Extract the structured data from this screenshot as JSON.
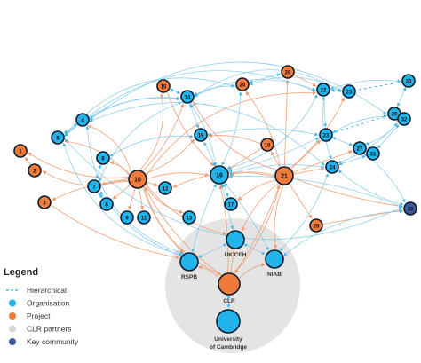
{
  "colors": {
    "hierarchical": "#4cb8e8",
    "organisation": "#22b3ea",
    "project": "#f07a3a",
    "project_edge": "#f19a6e",
    "key_community": "#3d5aa0",
    "partner_bg": "#e4e4e4",
    "node_stroke": "#0d1b2a",
    "org_edge": "#7cc8ec"
  },
  "legend": {
    "title": "Legend",
    "items": [
      {
        "label": "Hierarchical",
        "kind": "line"
      },
      {
        "label": "Organisation",
        "kind": "org"
      },
      {
        "label": "Project",
        "kind": "project"
      },
      {
        "label": "CLR partners",
        "kind": "partner"
      },
      {
        "label": "Key community",
        "kind": "community"
      }
    ]
  },
  "nodes": [
    {
      "id": "n1",
      "label": "1",
      "kind": "project"
    },
    {
      "id": "n2",
      "label": "2",
      "kind": "project"
    },
    {
      "id": "n3",
      "label": "3",
      "kind": "project"
    },
    {
      "id": "n4",
      "label": "4",
      "kind": "org"
    },
    {
      "id": "n5",
      "label": "5",
      "kind": "org"
    },
    {
      "id": "n6",
      "label": "6",
      "kind": "org"
    },
    {
      "id": "n7",
      "label": "7",
      "kind": "org"
    },
    {
      "id": "n8",
      "label": "8",
      "kind": "org"
    },
    {
      "id": "n9",
      "label": "9",
      "kind": "org"
    },
    {
      "id": "n10",
      "label": "10",
      "kind": "project"
    },
    {
      "id": "n11",
      "label": "11",
      "kind": "org"
    },
    {
      "id": "n12",
      "label": "12",
      "kind": "org"
    },
    {
      "id": "n13",
      "label": "13",
      "kind": "org"
    },
    {
      "id": "n14",
      "label": "14",
      "kind": "org"
    },
    {
      "id": "n15",
      "label": "15",
      "kind": "project"
    },
    {
      "id": "n16",
      "label": "16",
      "kind": "org"
    },
    {
      "id": "n17",
      "label": "17",
      "kind": "org"
    },
    {
      "id": "n18",
      "label": "18",
      "kind": "project"
    },
    {
      "id": "n19",
      "label": "19",
      "kind": "org"
    },
    {
      "id": "n20",
      "label": "20",
      "kind": "project"
    },
    {
      "id": "n21",
      "label": "21",
      "kind": "project"
    },
    {
      "id": "n22",
      "label": "22",
      "kind": "org"
    },
    {
      "id": "n23",
      "label": "23",
      "kind": "org"
    },
    {
      "id": "n24",
      "label": "24",
      "kind": "org"
    },
    {
      "id": "n25",
      "label": "25",
      "kind": "org"
    },
    {
      "id": "n26",
      "label": "26",
      "kind": "project"
    },
    {
      "id": "n27",
      "label": "27",
      "kind": "org"
    },
    {
      "id": "n28",
      "label": "28",
      "kind": "project"
    },
    {
      "id": "n29",
      "label": "29",
      "kind": "org"
    },
    {
      "id": "n30",
      "label": "30",
      "kind": "org"
    },
    {
      "id": "n31",
      "label": "31",
      "kind": "org"
    },
    {
      "id": "n32",
      "label": "32",
      "kind": "org"
    },
    {
      "id": "n33",
      "label": "33",
      "kind": "community"
    },
    {
      "id": "ukceh",
      "label": "UK CEH",
      "kind": "org"
    },
    {
      "id": "rspb",
      "label": "RSPB",
      "kind": "org"
    },
    {
      "id": "niab",
      "label": "NIAB",
      "kind": "org"
    },
    {
      "id": "clr",
      "label": "CLR",
      "kind": "project"
    },
    {
      "id": "uoc",
      "label": "University of Cambridge",
      "kind": "org"
    }
  ]
}
